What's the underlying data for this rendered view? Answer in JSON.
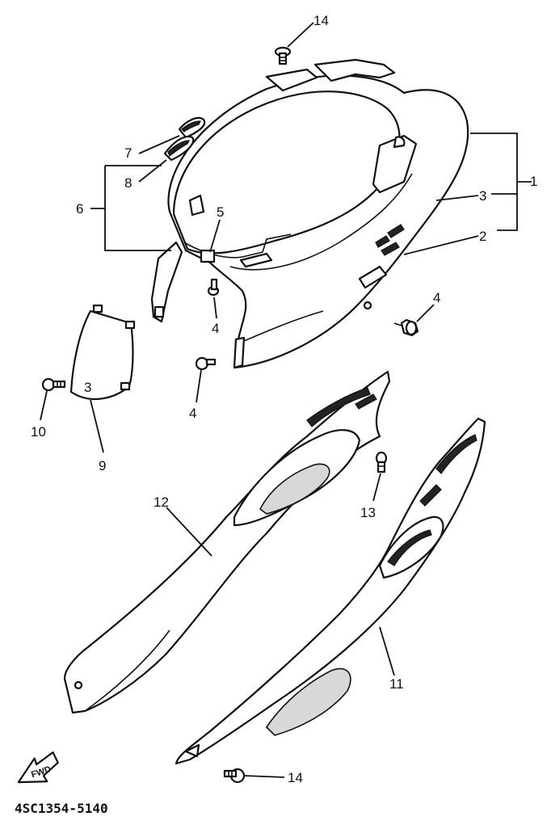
{
  "diagram": {
    "callouts": {
      "c1": "1",
      "c2": "2",
      "c3": "3",
      "c4a": "4",
      "c4b": "4",
      "c4c": "4",
      "c5": "5",
      "c6": "6",
      "c7": "7",
      "c8": "8",
      "c9": "9",
      "c10": "10",
      "c11": "11",
      "c12": "12",
      "c13": "13",
      "c14a": "14",
      "c14b": "14",
      "lid_mark": "3"
    },
    "fwd_label": "FWD",
    "drawing_code": "4SC1354-5140"
  }
}
